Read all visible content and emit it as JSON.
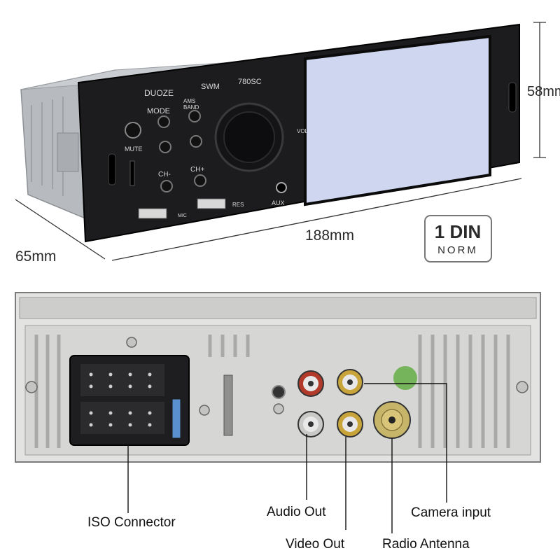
{
  "front": {
    "brand": "DUOZE",
    "model_prefix": "SWM",
    "model_number": "780SC",
    "buttons": {
      "mode": "MODE",
      "ams": "AMS",
      "band": "BAND",
      "mute": "MUTE",
      "ch_minus": "CH-",
      "ch_plus": "CH+",
      "vol": "VOL",
      "mic": "MIC",
      "res": "RES",
      "aux": "AUX"
    }
  },
  "dimensions": {
    "width": "188mm",
    "height": "58mm",
    "depth": "65mm"
  },
  "badge": {
    "line1": "1 DIN",
    "line2": "NORM"
  },
  "rear_labels": {
    "iso_connector": "ISO Connector",
    "audio_out": "Audio Out",
    "video_out": "Video Out",
    "camera_input": "Camera input",
    "radio_antenna": "Radio Antenna"
  },
  "colors": {
    "panel": "#1c1c1e",
    "screen": "#cfd6f0",
    "chassis": "#b9bcc0",
    "rear_plate": "#d6d6d4",
    "rca_red": "#b23a2a",
    "rca_yellow": "#c9a43a",
    "camera_green": "#6ab04c"
  }
}
